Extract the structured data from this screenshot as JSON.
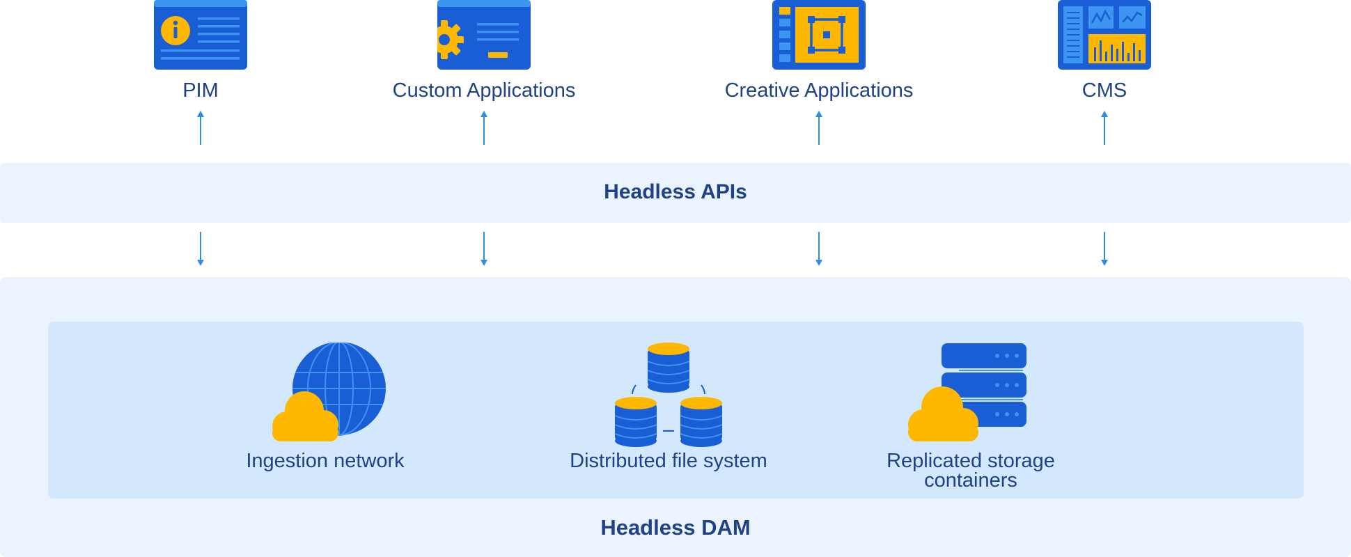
{
  "top_items": [
    {
      "label": "PIM",
      "icon": "info-card-icon"
    },
    {
      "label": "Custom Applications",
      "icon": "settings-window-icon"
    },
    {
      "label": "Creative Applications",
      "icon": "design-canvas-icon"
    },
    {
      "label": "CMS",
      "icon": "dashboard-icon"
    }
  ],
  "api_band": {
    "title": "Headless APIs"
  },
  "dam": {
    "title": "Headless DAM",
    "features": [
      {
        "label": "Ingestion network",
        "icon": "cloud-globe-icon"
      },
      {
        "label": "Distributed file system",
        "icon": "database-cluster-icon"
      },
      {
        "label": "Replicated storage containers",
        "icon": "cloud-server-icon"
      }
    ]
  },
  "colors": {
    "primary_blue": "#1a5ed6",
    "light_blue": "#3c95f0",
    "accent_yellow": "#ffb800",
    "text": "#1f4287",
    "band_bg": "#eaf3fe",
    "inner_bg": "#d3e7fd",
    "arrow": "#2f8de4"
  }
}
